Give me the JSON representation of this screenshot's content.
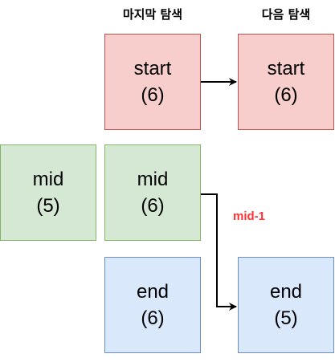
{
  "headers": {
    "last_search": "마지막 탐색",
    "next_search": "다음 탐색"
  },
  "boxes": {
    "start_last": {
      "name": "start",
      "value": "(6)"
    },
    "start_next": {
      "name": "start",
      "value": "(6)"
    },
    "mid_prev": {
      "name": "mid",
      "value": "(5)"
    },
    "mid_last": {
      "name": "mid",
      "value": "(6)"
    },
    "end_last": {
      "name": "end",
      "value": "(6)"
    },
    "end_next": {
      "name": "end",
      "value": "(5)"
    }
  },
  "edges": {
    "mid_to_end_label": "mid-1"
  },
  "colors": {
    "start_fill": "#f8cecc",
    "start_border": "#b85450",
    "mid_fill": "#d5e8d4",
    "mid_border": "#82b366",
    "end_fill": "#dae8fc",
    "end_border": "#6c8ebf",
    "edge_label": "#ff3333"
  }
}
